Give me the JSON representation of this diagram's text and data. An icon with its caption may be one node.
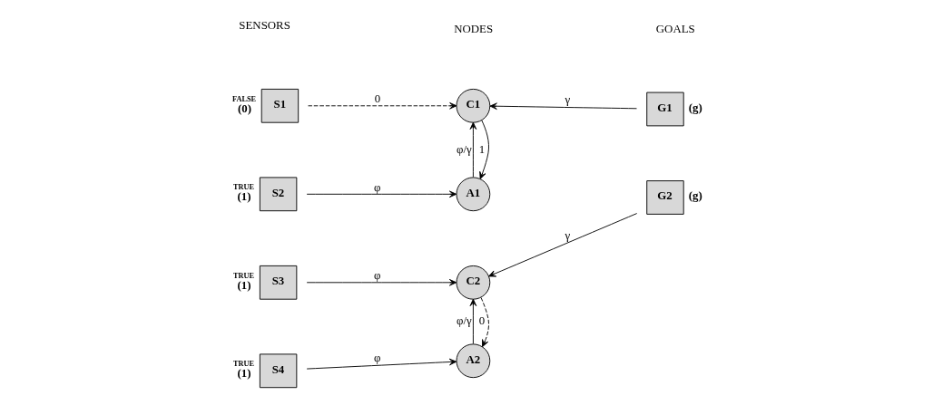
{
  "diagram": {
    "nodes": [
      {
        "text": [
          "S1"
        ],
        "beside": [
          "FALSE",
          "(0)"
        ]
      },
      {
        "text": [
          "S2"
        ],
        "beside": [
          "TRUE",
          "(1)"
        ]
      },
      {
        "text": [
          "S3"
        ],
        "beside": [
          "TRUE",
          "(1)"
        ]
      },
      {
        "text": [
          "S4"
        ],
        "beside": [
          "TRUE",
          "(1)"
        ]
      },
      {
        "text": [
          "C1"
        ]
      },
      {
        "text": [
          "A1"
        ]
      },
      {
        "text": [
          "C2"
        ]
      },
      {
        "text": [
          "A2"
        ]
      },
      {
        "text": [
          "G1"
        ],
        "beside": [
          "(g)"
        ]
      },
      {
        "text": [
          "G2"
        ],
        "beside": [
          "(g)"
        ]
      }
    ],
    "edges": [
      {
        "from": 0,
        "to": 4,
        "arrow": "to",
        "label": "0",
        "style": "dashed"
      },
      {
        "from": 4,
        "to": 5,
        "arrow": "to",
        "label": "1"
      },
      {
        "from": 5,
        "to": 4,
        "arrow": "to",
        "label": "φ/γ"
      },
      {
        "from": 1,
        "to": 5,
        "arrow": "to",
        "label": "φ"
      },
      {
        "from": 8,
        "to": 4,
        "arrow": "to",
        "label": "γ"
      },
      {
        "from": 2,
        "to": 6,
        "arrow": "to",
        "label": "φ"
      },
      {
        "from": 9,
        "to": 6,
        "arrow": "to",
        "label": "γ"
      },
      {
        "from": 6,
        "to": 7,
        "arrow": "to",
        "label": "0",
        "style": "dashed"
      },
      {
        "from": 7,
        "to": 6,
        "arrow": "to",
        "label": "φ/γ"
      },
      {
        "from": 3,
        "to": 7,
        "arrow": "to",
        "label": "φ"
      }
    ],
    "labels": [
      "SENSORS",
      "NODES",
      "GOALS"
    ]
  }
}
